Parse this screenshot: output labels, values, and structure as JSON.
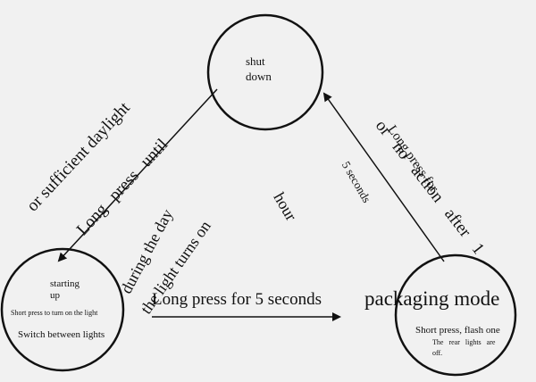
{
  "nodes": {
    "shutdown": {
      "line1": "shut",
      "line2": "down"
    },
    "startup": {
      "line1": "starting",
      "line2": "up",
      "line3": "Short press to turn on the light",
      "line4": "Switch between lights"
    },
    "packaging": {
      "title": "packaging mode",
      "line1": "Short press, flash one",
      "line2": "The rear lights are",
      "line3": "off."
    }
  },
  "edges": {
    "left": {
      "line1": "or sufficient daylight",
      "line2": "Long press until",
      "line3": "during the day",
      "line4": "the light turns on"
    },
    "bottom": {
      "label": "Long press for 5 seconds"
    },
    "right": {
      "line1": "Long press for",
      "line2": "or no action after 1",
      "line3": "5 seconds",
      "line4": "hour"
    }
  },
  "colors": {
    "background": "#f1f1f1",
    "ink": "#111111"
  }
}
